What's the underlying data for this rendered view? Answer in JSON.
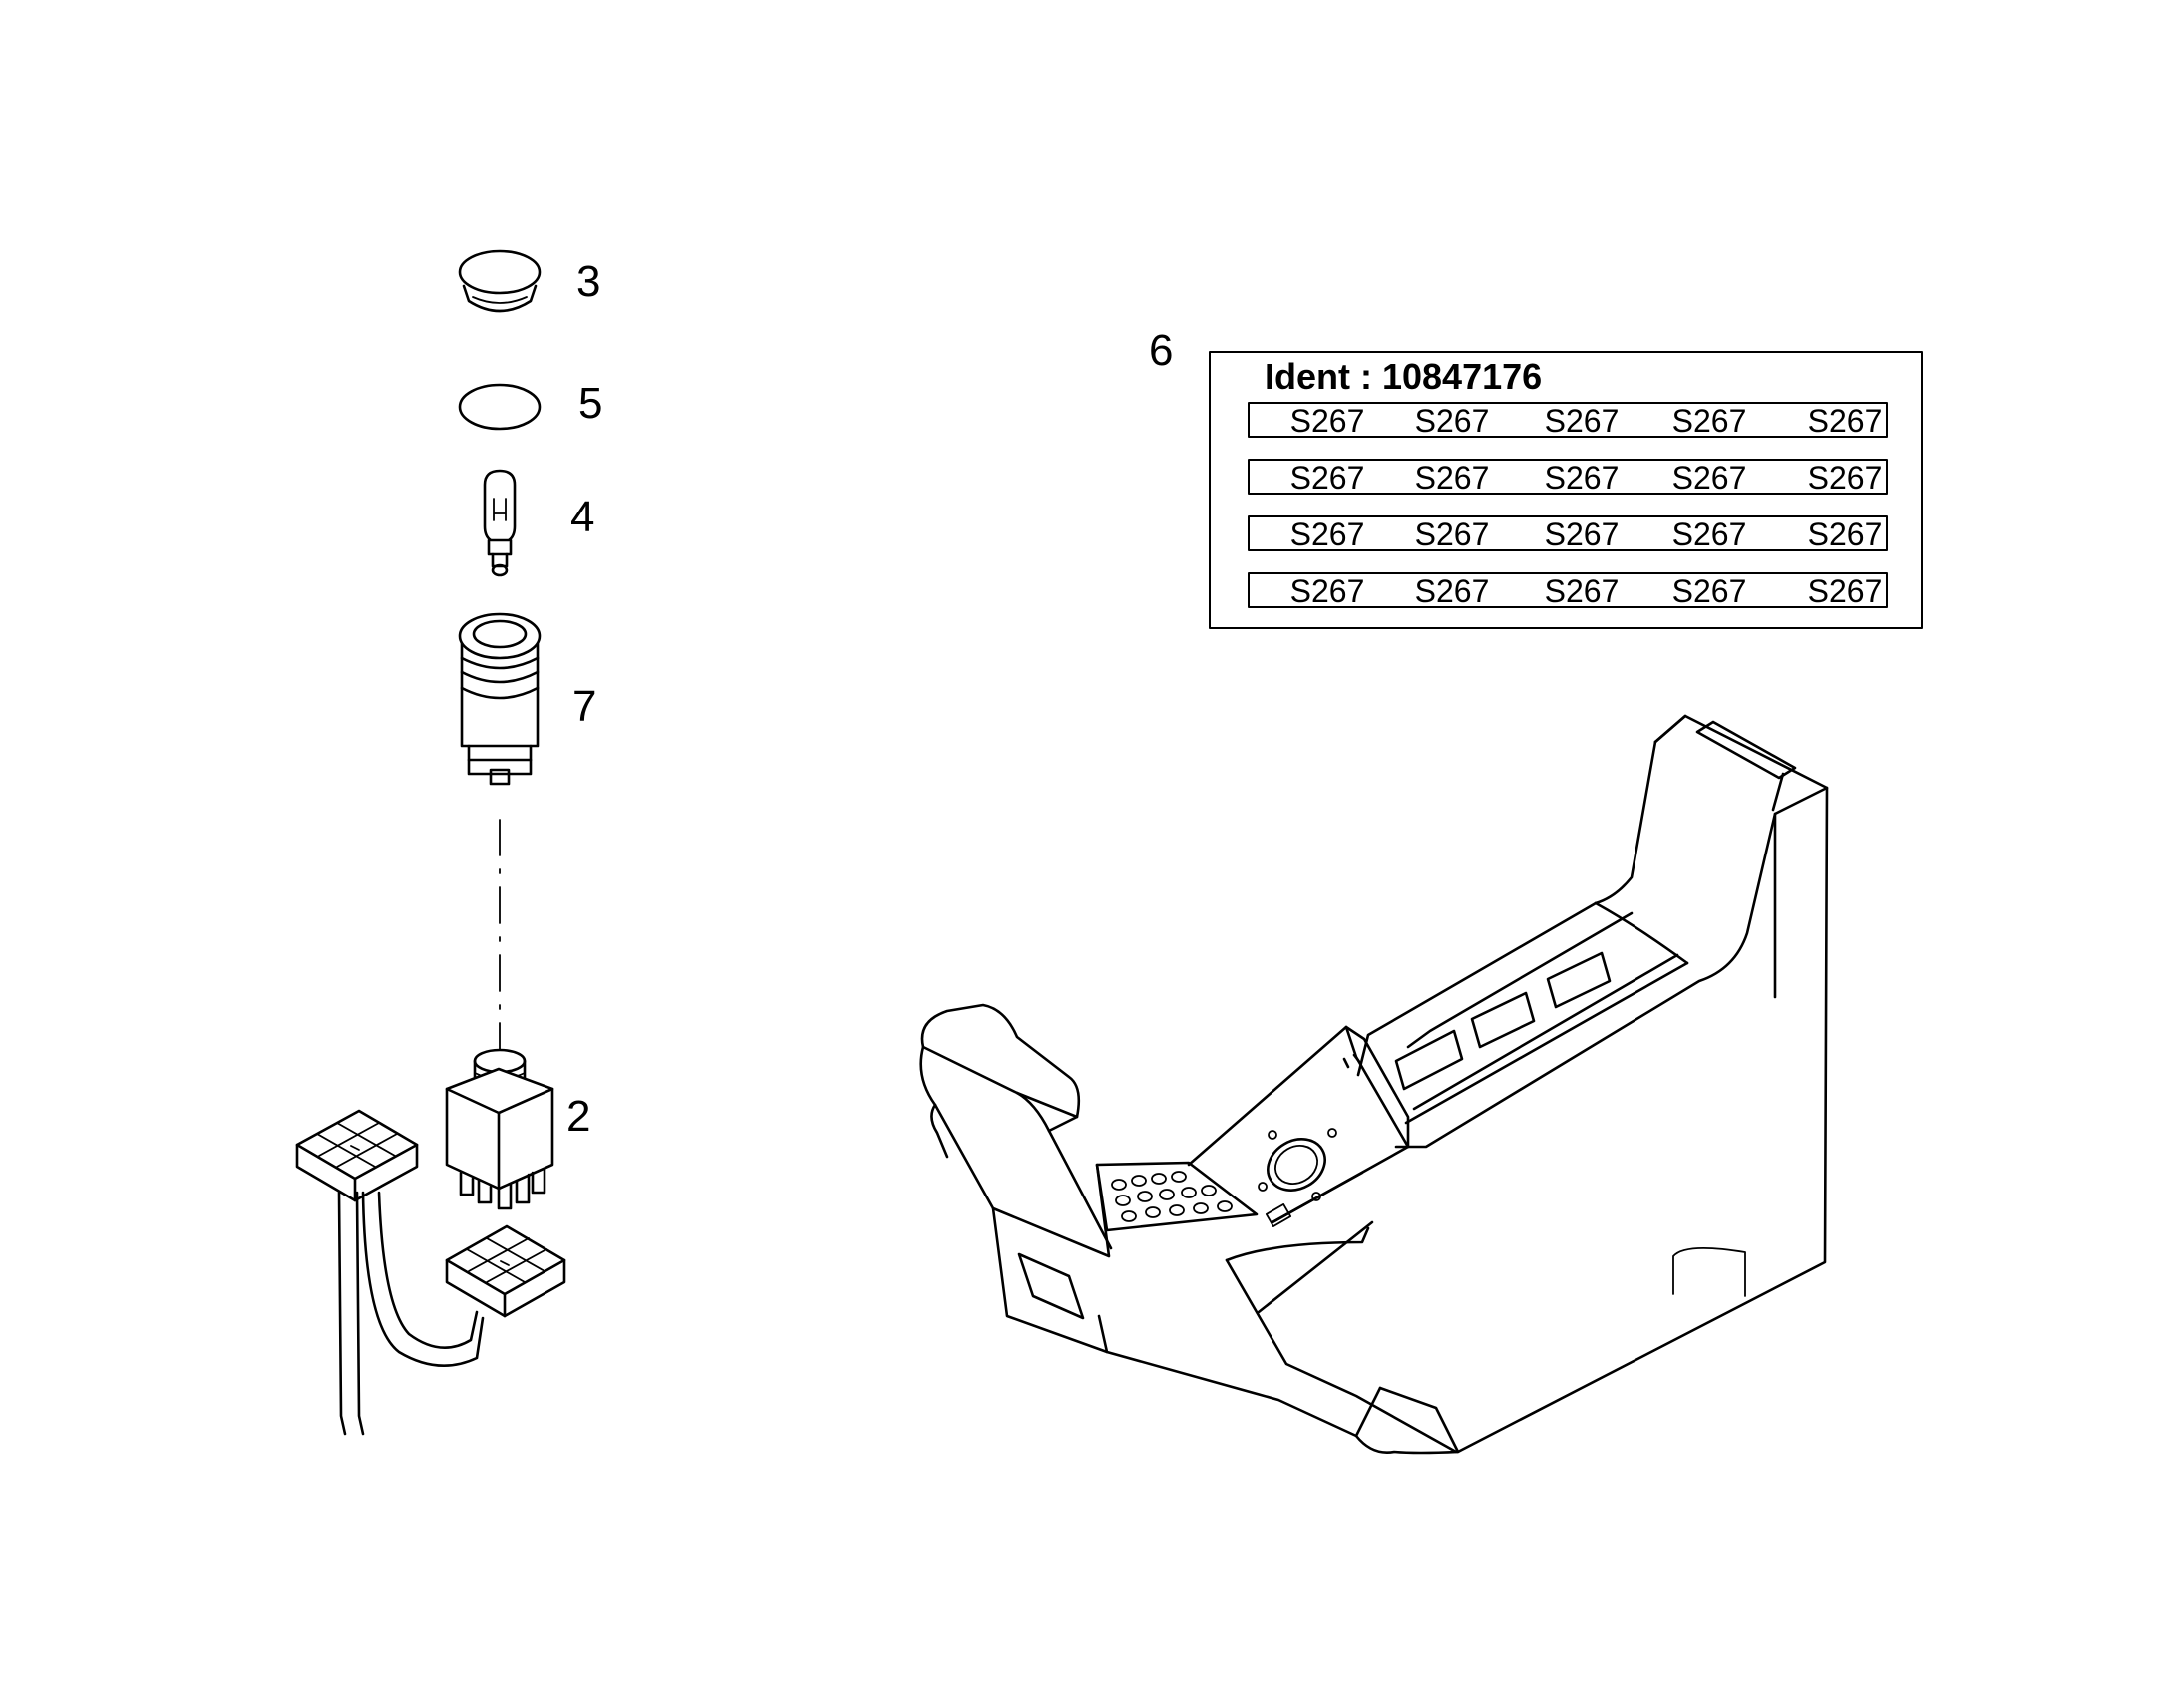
{
  "callouts": {
    "part_3": "3",
    "part_5": "5",
    "part_4": "4",
    "part_7": "7",
    "part_2": "2",
    "part_6": "6"
  },
  "label": {
    "ident": "Ident : 10847176",
    "rows": [
      [
        "S267",
        "S267",
        "S267",
        "S267",
        "S267"
      ],
      [
        "S267",
        "S267",
        "S267",
        "S267",
        "S267"
      ],
      [
        "S267",
        "S267",
        "S267",
        "S267",
        "S267"
      ],
      [
        "S267",
        "S267",
        "S267",
        "S267",
        "S267"
      ]
    ]
  }
}
